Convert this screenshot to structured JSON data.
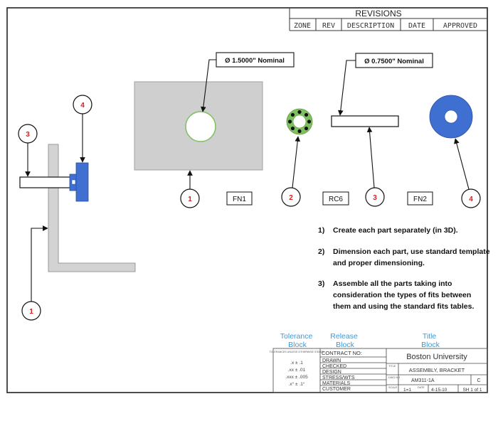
{
  "revisions": {
    "title": "REVISIONS",
    "columns": [
      "ZONE",
      "REV",
      "DESCRIPTION",
      "DATE",
      "APPROVED"
    ]
  },
  "callouts": {
    "large_hole": "Ø 1.5000\" Nominal",
    "small_dia": "Ø 0.7500\" Nominal"
  },
  "balloons": {
    "assembly_part_1": "1",
    "assembly_part_3": "3",
    "assembly_part_4": "4",
    "part_1": "1",
    "part_2": "2",
    "part_3": "3",
    "part_4": "4"
  },
  "fits": {
    "fit_1": "FN1",
    "fit_2": "RC6",
    "fit_3": "FN2"
  },
  "instructions": [
    {
      "num": "1)",
      "text": "Create each part separately (in 3D)."
    },
    {
      "num": "2)",
      "text": "Dimension each part, use standard template and proper dimensioning."
    },
    {
      "num": "3)",
      "text": "Assemble all the parts taking into consideration the types of fits between them and using the standard fits tables."
    }
  ],
  "block_labels": {
    "tolerance": "Tolerance Block",
    "release": "Release Block",
    "title": "Title Block"
  },
  "tolerance_block": {
    "header": "TOLERANCES UNLESS OTHERWISE STATED",
    "values": [
      ".x ± .1",
      ".xx ± .01",
      ".xxx ± .005",
      ".x° ± .1°"
    ]
  },
  "release_block": {
    "contract": "CONTRACT NO:",
    "rows": [
      "DRAWN",
      "CHECKED",
      "DESIGN",
      "STRESS/WTS",
      "MATERIALS",
      "CUSTOMER"
    ]
  },
  "title_block": {
    "company": "Boston University",
    "title_label": "TITLE",
    "title": "ASSEMBLY, BRACKET",
    "dwg_label": "DWG NO",
    "dwg_no": "AM311-1A",
    "rev": "C",
    "scale_label": "SCALE",
    "scale": "1=1",
    "date_label": "DATE",
    "date": "4-15-10",
    "sheet": "SH 1 of 1"
  },
  "colors": {
    "border": "#222222",
    "plate_gray": "#cfcfcf",
    "bracket_gray": "#d3d3d3",
    "part_blue": "#3f6fd1",
    "hole_green": "#7fbf5f",
    "balloon_red": "#d02020",
    "block_label_blue": "#3a9ad9"
  }
}
